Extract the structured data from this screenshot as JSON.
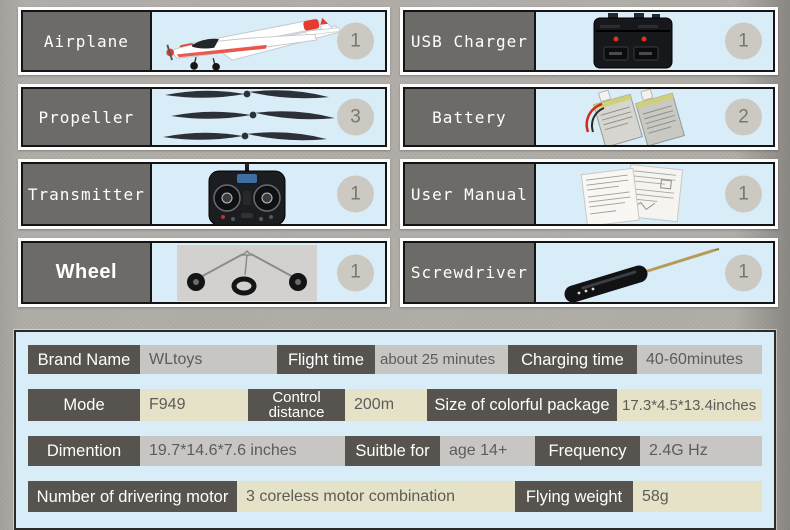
{
  "parts": {
    "items": [
      {
        "name": "Airplane",
        "qty": "1",
        "icon": "airplane"
      },
      {
        "name": "USB Charger",
        "qty": "1",
        "icon": "usb-charger"
      },
      {
        "name": "Propeller",
        "qty": "3",
        "icon": "propeller"
      },
      {
        "name": "Battery",
        "qty": "2",
        "icon": "battery"
      },
      {
        "name": "Transmitter",
        "qty": "1",
        "icon": "transmitter"
      },
      {
        "name": "User Manual",
        "qty": "1",
        "icon": "user-manual"
      },
      {
        "name": "Wheel",
        "qty": "1",
        "icon": "wheel"
      },
      {
        "name": "Screwdriver",
        "qty": "1",
        "icon": "screwdriver"
      }
    ]
  },
  "specs": {
    "rows": [
      {
        "cells": [
          {
            "label": "Brand Name",
            "value": "WLtoys"
          },
          {
            "label": "Flight time",
            "value": "about 25 minutes"
          },
          {
            "label": "Charging time",
            "value": "40-60minutes"
          }
        ]
      },
      {
        "cells": [
          {
            "label": "Mode",
            "value": "F949"
          },
          {
            "label": "Control distance",
            "value": "200m"
          },
          {
            "label": "Size of colorful package",
            "value": "17.3*4.5*13.4inches"
          }
        ]
      },
      {
        "cells": [
          {
            "label": "Dimention",
            "value": "19.7*14.6*7.6 inches"
          },
          {
            "label": "Suitble for",
            "value": "age 14+"
          },
          {
            "label": "Frequency",
            "value": "2.4G Hz"
          }
        ]
      },
      {
        "cells": [
          {
            "label": "Number of drivering motor",
            "value": "3 coreless motor combination"
          },
          {
            "label": "Flying weight",
            "value": "58g"
          }
        ]
      }
    ]
  },
  "colors": {
    "panel_blue": "#d9edf9",
    "label_gray_top": "#6d6b68",
    "label_gray_table": "#57534e",
    "value_gray": "#c8c6c3",
    "value_khaki": "#e6e2c8",
    "accent_red": "#e63c2f",
    "background": "#b1aea9"
  }
}
